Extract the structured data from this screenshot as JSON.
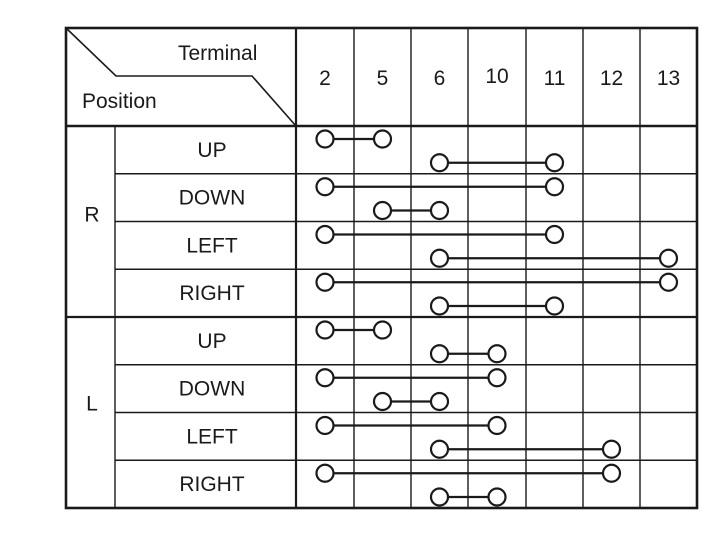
{
  "table": {
    "header_terminal": "Terminal",
    "header_position": "Position",
    "terminals": [
      "2",
      "5",
      "6",
      "10",
      "11",
      "12",
      "13"
    ],
    "groups": [
      {
        "label": "R",
        "rows": [
          {
            "label": "UP",
            "links": [
              {
                "from": "2",
                "to": "5"
              },
              {
                "from": "6",
                "to": "11"
              }
            ]
          },
          {
            "label": "DOWN",
            "links": [
              {
                "from": "2",
                "to": "11"
              },
              {
                "from": "5",
                "to": "6"
              }
            ]
          },
          {
            "label": "LEFT",
            "links": [
              {
                "from": "2",
                "to": "11"
              },
              {
                "from": "6",
                "to": "13"
              }
            ]
          },
          {
            "label": "RIGHT",
            "links": [
              {
                "from": "2",
                "to": "13"
              },
              {
                "from": "6",
                "to": "11"
              }
            ]
          }
        ]
      },
      {
        "label": "L",
        "rows": [
          {
            "label": "UP",
            "links": [
              {
                "from": "2",
                "to": "5"
              },
              {
                "from": "6",
                "to": "10"
              }
            ]
          },
          {
            "label": "DOWN",
            "links": [
              {
                "from": "2",
                "to": "10"
              },
              {
                "from": "5",
                "to": "6"
              }
            ]
          },
          {
            "label": "LEFT",
            "links": [
              {
                "from": "2",
                "to": "10"
              },
              {
                "from": "6",
                "to": "12"
              }
            ]
          },
          {
            "label": "RIGHT",
            "links": [
              {
                "from": "2",
                "to": "12"
              },
              {
                "from": "6",
                "to": "10"
              }
            ]
          }
        ]
      }
    ]
  }
}
